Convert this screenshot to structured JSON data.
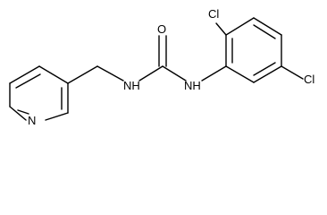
{
  "molecule": {
    "atoms": {
      "o_label": "O",
      "nh_left_label": "NH",
      "nh_right_label": "NH",
      "n_pyridine_label": "N",
      "cl_top_label": "Cl",
      "cl_right_label": "Cl"
    }
  },
  "colors": {
    "bond": "#000000",
    "text": "#000000",
    "background": "#ffffff"
  }
}
